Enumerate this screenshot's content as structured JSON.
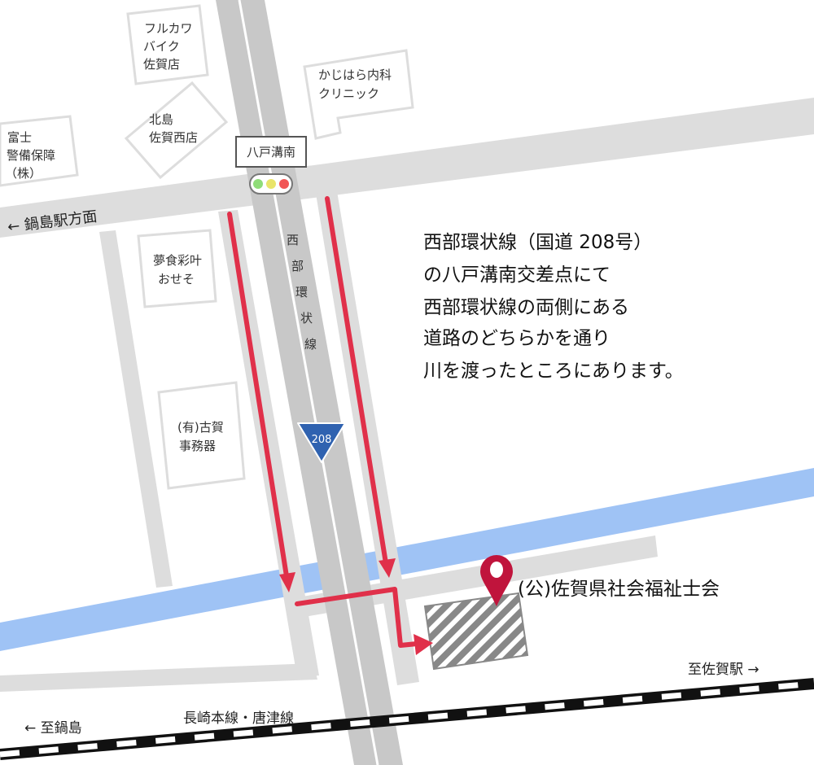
{
  "landmarks": {
    "furukawa": [
      "フルカワ",
      "バイク",
      "佐賀店"
    ],
    "kajihara": [
      "かじはら内科",
      "クリニック"
    ],
    "kitajima": [
      "北島",
      "佐賀西店"
    ],
    "fuji": [
      "富士",
      "警備保障",
      "（株）"
    ],
    "yumeshoku": [
      "夢食彩叶",
      "おせそ"
    ],
    "koga": [
      "(有)古賀",
      "事務器"
    ]
  },
  "intersection": "八戸溝南",
  "road_name": [
    "西",
    "部",
    "環",
    "状",
    "線"
  ],
  "route_number": "208",
  "directions": {
    "nabeshima_station": "←  鍋島駅方面",
    "to_nabeshima": "←  至鍋島",
    "to_saga_station": "至佐賀駅 →",
    "railway": "長崎本線・唐津線"
  },
  "destination": "(公)佐賀県社会福祉士会",
  "description": [
    "西部環状線（国道 208号）",
    "の八戸溝南交差点にて",
    "西部環状線の両側にある",
    "道路のどちらかを通り",
    "川を渡ったところにあります。"
  ],
  "colors": {
    "route": "#e0304a",
    "river": "#9fc3f5",
    "pin": "#c0143c",
    "shield": "#2f62b0",
    "road": "#dddddd",
    "main_road": "#c8c8c8"
  }
}
